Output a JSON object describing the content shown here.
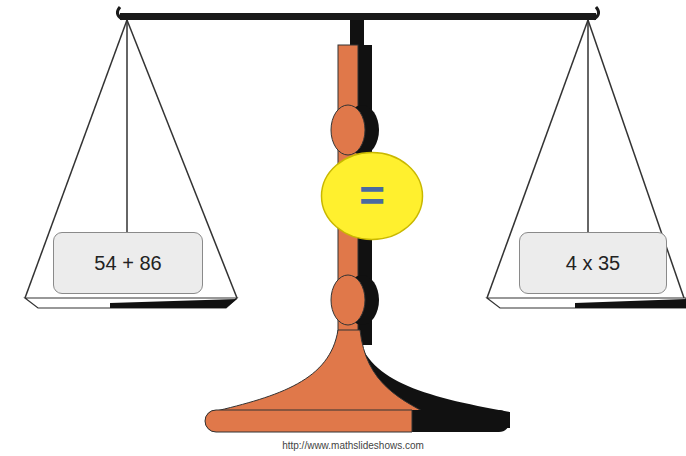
{
  "diagram": {
    "nodes": [
      {
        "text": [
          "54 + 86"
        ]
      },
      {
        "text": [
          "="
        ]
      },
      {
        "text": [
          "4 x 35"
        ]
      }
    ],
    "labels": [
      "http://www.mathslideshows.com"
    ]
  }
}
